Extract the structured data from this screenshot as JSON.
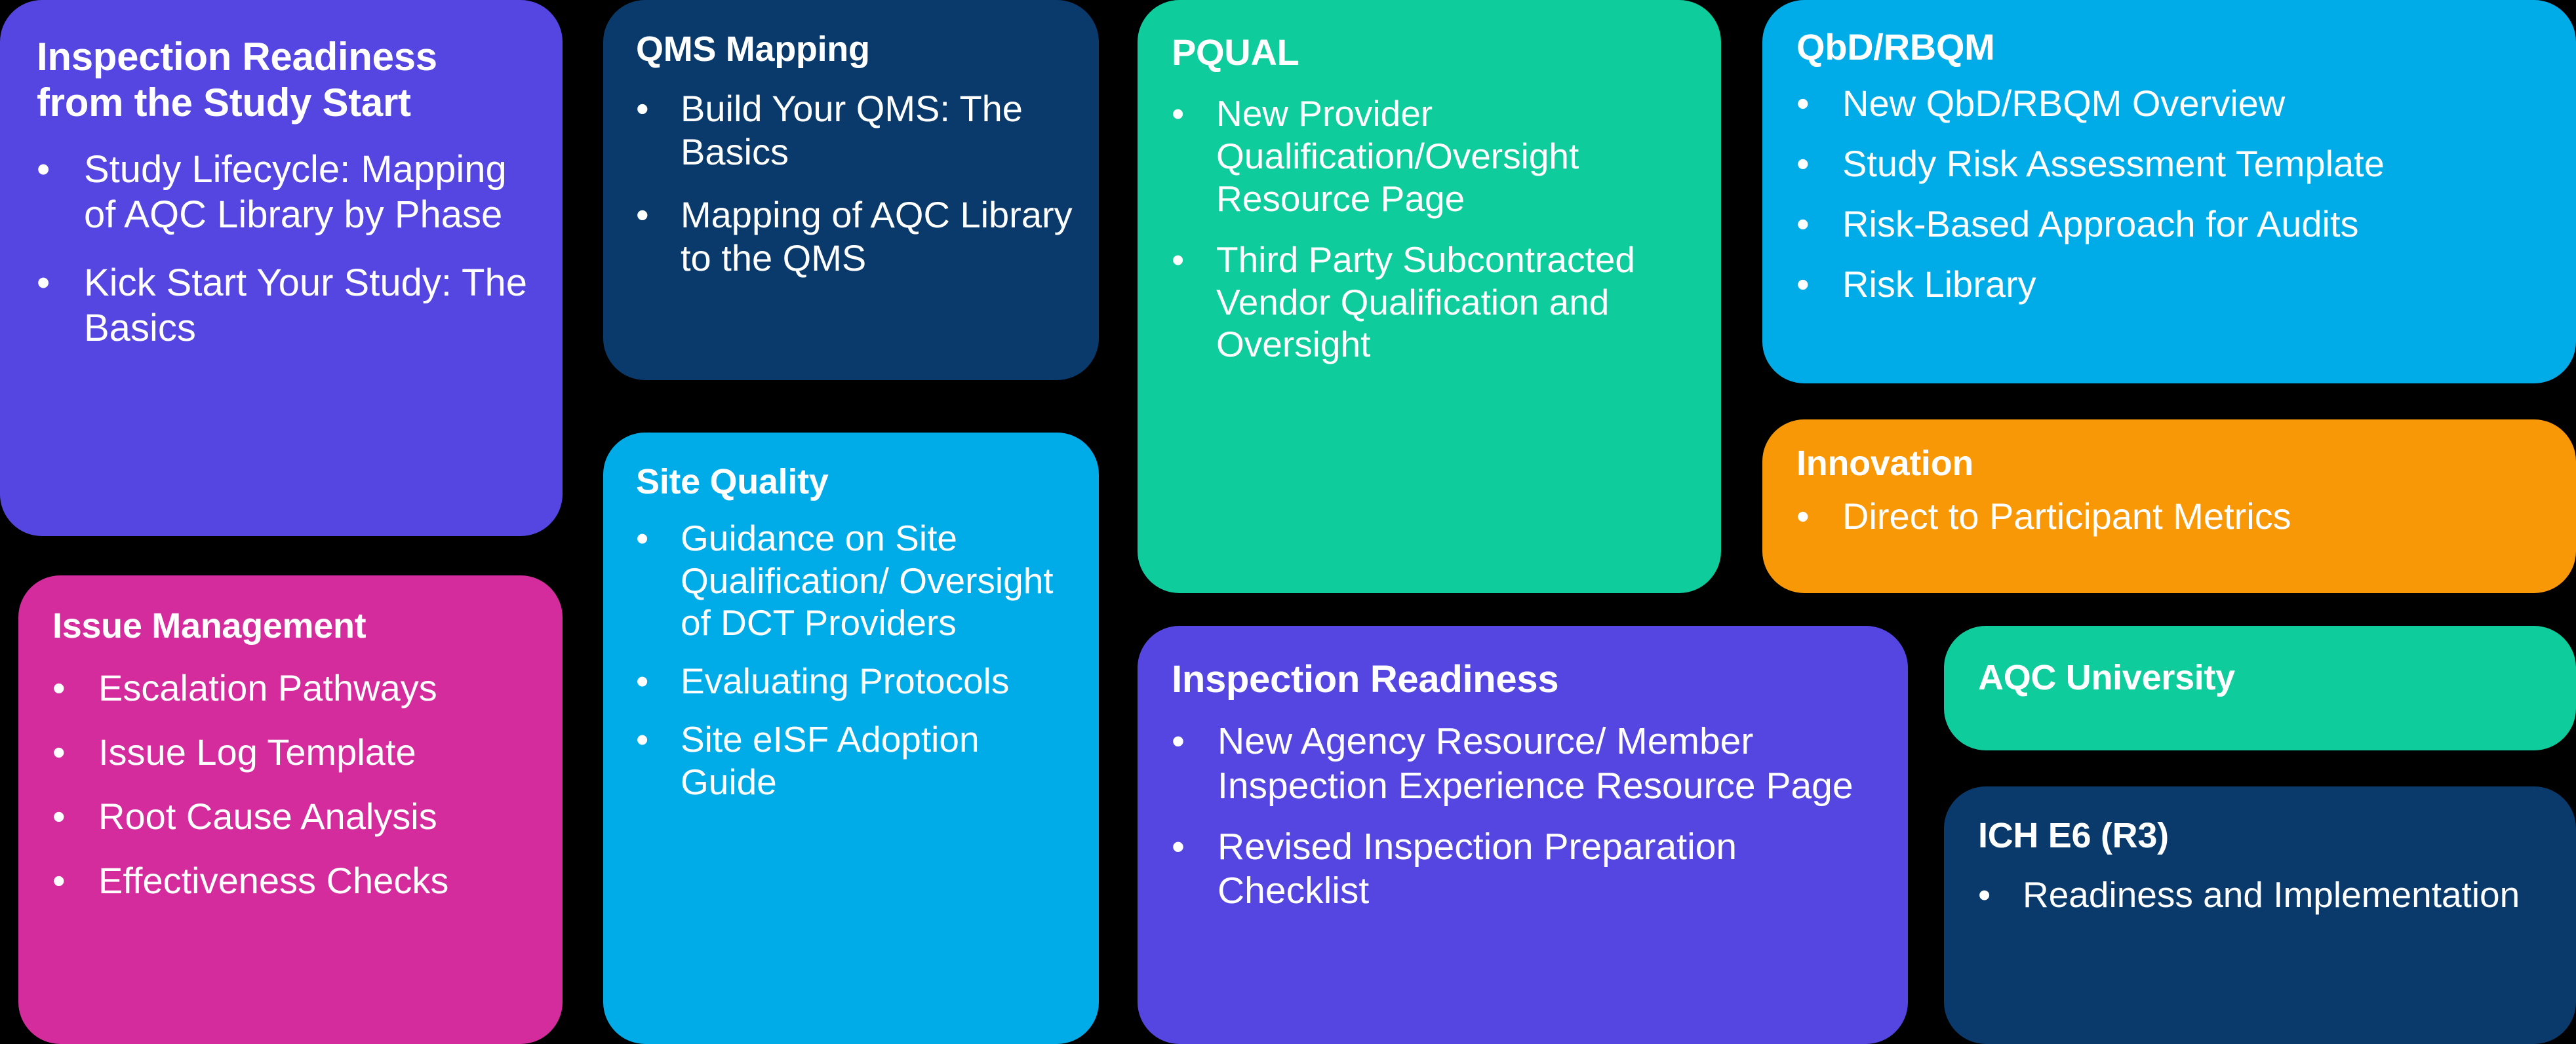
{
  "meta": {
    "background_color": "#000000",
    "text_color": "#ffffff",
    "bullet_glyph": "•"
  },
  "cards": [
    {
      "id": "inspection-readiness-study-start",
      "title": "Inspection Readiness from the Study Start",
      "color": "#5546E1",
      "bullets": [
        "Study Lifecycle: Mapping of AQC Library by Phase",
        "Kick Start Your Study: The Basics"
      ]
    },
    {
      "id": "issue-management",
      "title": "Issue Management",
      "color": "#D42C9C",
      "bullets": [
        "Escalation Pathways",
        "Issue Log Template",
        "Root Cause Analysis",
        "Effectiveness Checks"
      ]
    },
    {
      "id": "qms-mapping",
      "title": "QMS Mapping",
      "color": "#0A3A6B",
      "bullets": [
        "Build Your QMS: The Basics",
        "Mapping of AQC Library to the QMS"
      ]
    },
    {
      "id": "site-quality",
      "title": "Site Quality",
      "color": "#00ACE8",
      "bullets": [
        "Guidance on Site Qualification/ Oversight of DCT Providers",
        "Evaluating Protocols",
        "Site eISF Adoption Guide"
      ]
    },
    {
      "id": "pqual",
      "title": "PQUAL",
      "color": "#0ECC9B",
      "bullets": [
        "New Provider Qualification/Oversight Resource Page",
        "Third Party Subcontracted Vendor Qualification and Oversight"
      ]
    },
    {
      "id": "inspection-readiness",
      "title": "Inspection Readiness",
      "color": "#5546E1",
      "bullets": [
        "New Agency Resource/ Member Inspection Experience Resource Page",
        "Revised Inspection Preparation Checklist"
      ]
    },
    {
      "id": "qbd-rbqm",
      "title": "QbD/RBQM",
      "color": "#00ACE8",
      "bullets": [
        "New QbD/RBQM Overview",
        "Study Risk Assessment Template",
        "Risk-Based Approach for Audits",
        "Risk Library"
      ]
    },
    {
      "id": "innovation",
      "title": "Innovation",
      "color": "#F99806",
      "bullets": [
        "Direct to Participant Metrics"
      ]
    },
    {
      "id": "aqc-university",
      "title": "AQC University",
      "color": "#0ECC9B",
      "bullets": []
    },
    {
      "id": "ich-e6-r3",
      "title": "ICH E6 (R3)",
      "color": "#0A3A6B",
      "bullets": [
        "Readiness and Implementation"
      ]
    }
  ]
}
